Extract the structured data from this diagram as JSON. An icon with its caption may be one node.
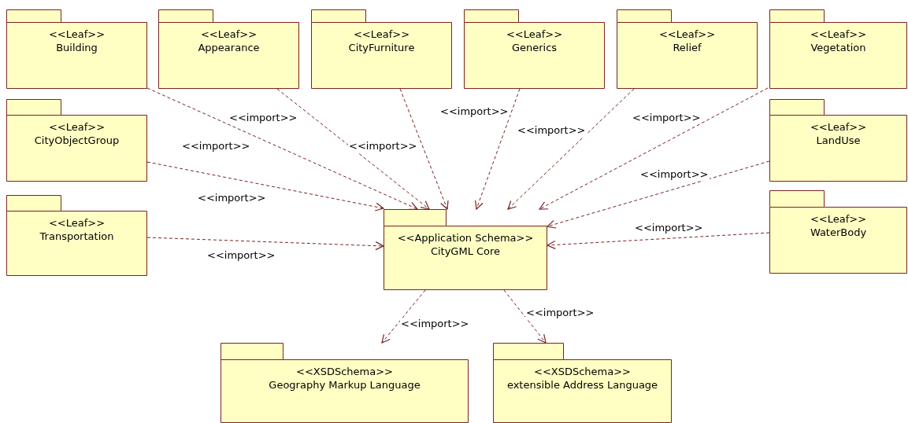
{
  "diagram": {
    "nodes": [
      {
        "text": [
          "<<Leaf>>",
          "Building"
        ]
      },
      {
        "text": [
          "<<Leaf>>",
          "Appearance"
        ]
      },
      {
        "text": [
          "<<Leaf>>",
          "CityFurniture"
        ]
      },
      {
        "text": [
          "<<Leaf>>",
          "Generics"
        ]
      },
      {
        "text": [
          "<<Leaf>>",
          "Relief"
        ]
      },
      {
        "text": [
          "<<Leaf>>",
          "Vegetation"
        ]
      },
      {
        "text": [
          "<<Leaf>>",
          "CityObjectGroup"
        ]
      },
      {
        "text": [
          "<<Leaf>>",
          "LandUse"
        ]
      },
      {
        "text": [
          "<<Leaf>>",
          "Transportation"
        ]
      },
      {
        "text": [
          "<<Leaf>>",
          "WaterBody"
        ]
      },
      {
        "text": [
          "<<Application Schema>>",
          "CityGML Core"
        ]
      },
      {
        "text": [
          "<<XSDSchema>>",
          "Geography Markup Language"
        ]
      },
      {
        "text": [
          "<<XSDSchema>>",
          "extensible Address Language"
        ]
      }
    ],
    "edges": [
      {
        "from": 0,
        "to": 10,
        "arrow": "to",
        "style": "dashed",
        "label": "<<import>>"
      },
      {
        "from": 1,
        "to": 10,
        "arrow": "to",
        "style": "dashed",
        "label": "<<import>>"
      },
      {
        "from": 2,
        "to": 10,
        "arrow": "to",
        "style": "dashed",
        "label": "<<import>>"
      },
      {
        "from": 3,
        "to": 10,
        "arrow": "to",
        "style": "dashed",
        "label": "<<import>>"
      },
      {
        "from": 4,
        "to": 10,
        "arrow": "to",
        "style": "dashed",
        "label": "<<import>>"
      },
      {
        "from": 5,
        "to": 10,
        "arrow": "to",
        "style": "dashed",
        "label": "<<import>>"
      },
      {
        "from": 6,
        "to": 10,
        "arrow": "to",
        "style": "dashed",
        "label": "<<import>>"
      },
      {
        "from": 7,
        "to": 10,
        "arrow": "to",
        "style": "dashed",
        "label": "<<import>>"
      },
      {
        "from": 8,
        "to": 10,
        "arrow": "to",
        "style": "dashed",
        "label": "<<import>>"
      },
      {
        "from": 9,
        "to": 10,
        "arrow": "to",
        "style": "dashed",
        "label": "<<import>>"
      },
      {
        "from": 10,
        "to": 11,
        "arrow": "to",
        "style": "dashed",
        "label": "<<import>>"
      },
      {
        "from": 10,
        "to": 12,
        "arrow": "to",
        "style": "dashed",
        "label": "<<import>>"
      }
    ]
  }
}
